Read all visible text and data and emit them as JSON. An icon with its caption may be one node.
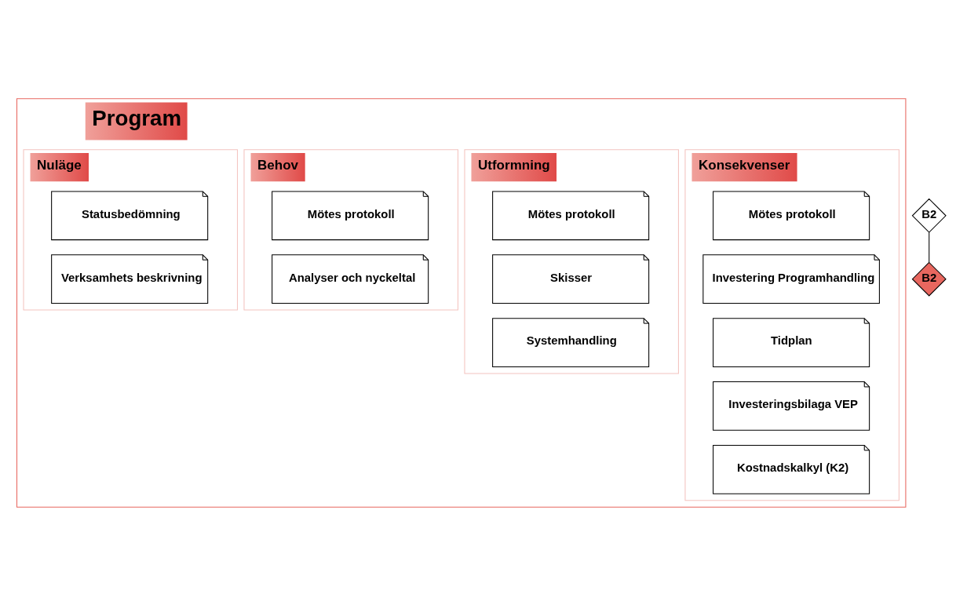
{
  "diagram": {
    "nodes": [
      {
        "text": [
          "Program"
        ]
      },
      {
        "text": [
          "Nuläge"
        ],
        "in": 0
      },
      {
        "text": [
          "Statusbedömning"
        ],
        "in": 1
      },
      {
        "text": [
          "Verksamhets beskrivning"
        ],
        "in": 1
      },
      {
        "text": [
          "Behov"
        ],
        "in": 0
      },
      {
        "text": [
          "Mötes protokoll"
        ],
        "in": 4
      },
      {
        "text": [
          "Analyser och nyckeltal"
        ],
        "in": 4
      },
      {
        "text": [
          "Utformning"
        ],
        "in": 0
      },
      {
        "text": [
          "Mötes protokoll"
        ],
        "in": 7
      },
      {
        "text": [
          "Skisser"
        ],
        "in": 7
      },
      {
        "text": [
          "Systemhandling"
        ],
        "in": 7
      },
      {
        "text": [
          "Konsekvenser"
        ],
        "in": 0
      },
      {
        "text": [
          "Mötes protokoll"
        ],
        "in": 11
      },
      {
        "text": [
          "Investering Programhandling"
        ],
        "in": 11
      },
      {
        "text": [
          "Tidplan"
        ],
        "in": 11
      },
      {
        "text": [
          "Investeringsbilaga VEP"
        ],
        "in": 11
      },
      {
        "text": [
          "Kostnadskalkyl (K2)"
        ],
        "in": 11
      },
      {
        "text": [
          "B2"
        ]
      },
      {
        "text": [
          "B2"
        ]
      }
    ],
    "edges": [
      {
        "from": 17,
        "to": 18,
        "arrow": "none"
      }
    ]
  }
}
